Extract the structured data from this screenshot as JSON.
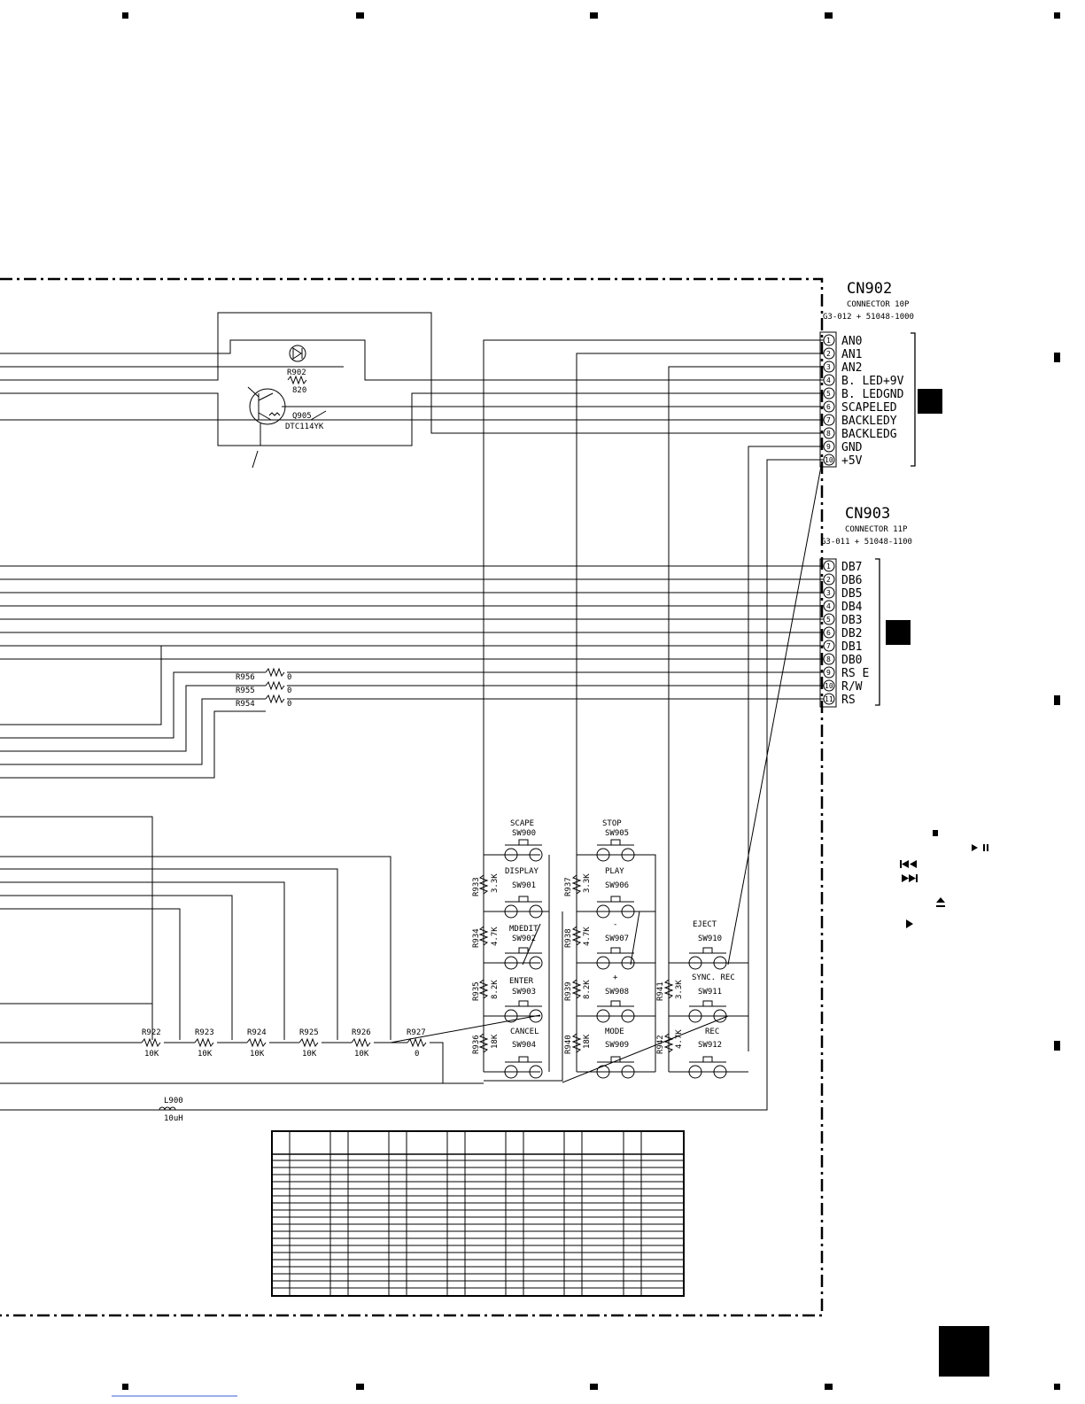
{
  "cn902": {
    "name": "CN902",
    "desc": "CONNECTOR 10P",
    "part": "G3-012 + 51048-1000",
    "pins": [
      "AN0",
      "AN1",
      "AN2",
      "B. LED+9V",
      "B. LEDGND",
      "SCAPELED",
      "BACKLEDY",
      "BACKLEDG",
      "GND",
      "+5V"
    ]
  },
  "cn903": {
    "name": "CN903",
    "desc": "CONNECTOR 11P",
    "part": "G3-011 + 51048-1100",
    "pins": [
      "DB7",
      "DB6",
      "DB5",
      "DB4",
      "DB3",
      "DB2",
      "DB1",
      "DB0",
      "RS E",
      "R/W",
      "RS"
    ]
  },
  "transistor": {
    "ref": "Q905",
    "part": "DTC114YK"
  },
  "r902": {
    "ref": "R902",
    "value": "820"
  },
  "r956": {
    "ref": "R956",
    "value": "0"
  },
  "r955": {
    "ref": "R955",
    "value": "0"
  },
  "r954": {
    "ref": "R954",
    "value": "0"
  },
  "r922": {
    "ref": "R922",
    "value": "10K"
  },
  "r923": {
    "ref": "R923",
    "value": "10K"
  },
  "r924": {
    "ref": "R924",
    "value": "10K"
  },
  "r925": {
    "ref": "R925",
    "value": "10K"
  },
  "r926": {
    "ref": "R926",
    "value": "10K"
  },
  "r927": {
    "ref": "R927",
    "value": "0"
  },
  "r933": {
    "ref": "R933",
    "value": "3.3K"
  },
  "r934": {
    "ref": "R934",
    "value": "4.7K"
  },
  "r935": {
    "ref": "R935",
    "value": "8.2K"
  },
  "r936": {
    "ref": "R936",
    "value": "18K"
  },
  "r937": {
    "ref": "R937",
    "value": "3.3K"
  },
  "r938": {
    "ref": "R938",
    "value": "4.7K"
  },
  "r939": {
    "ref": "R939",
    "value": "8.2K"
  },
  "r940": {
    "ref": "R940",
    "value": "18K"
  },
  "r941": {
    "ref": "R941",
    "value": "3.3K"
  },
  "r942": {
    "ref": "R942",
    "value": "4.7K"
  },
  "l900": {
    "ref": "L900",
    "value": "10uH"
  },
  "sw900": {
    "label": "SCAPE",
    "ref": "SW900"
  },
  "sw901": {
    "label": "DISPLAY",
    "ref": "SW901"
  },
  "sw902": {
    "label": "MDEDIT",
    "ref": "SW902"
  },
  "sw903": {
    "label": "ENTER",
    "ref": "SW903"
  },
  "sw904": {
    "label": "CANCEL",
    "ref": "SW904"
  },
  "sw905": {
    "label": "STOP",
    "ref": "SW905"
  },
  "sw906": {
    "label": "PLAY",
    "ref": "SW906"
  },
  "sw907": {
    "label": "-",
    "ref": "SW907"
  },
  "sw908": {
    "label": "+",
    "ref": "SW908"
  },
  "sw909": {
    "label": "MODE",
    "ref": "SW909"
  },
  "sw910": {
    "label": "EJECT",
    "ref": "SW910"
  },
  "sw911": {
    "label": "SYNC. REC",
    "ref": "SW911"
  },
  "sw912": {
    "label": "REC",
    "ref": "SW912"
  },
  "pin_numbers": [
    "1",
    "2",
    "3",
    "4",
    "5",
    "6",
    "7",
    "8",
    "9",
    "10",
    "11"
  ]
}
